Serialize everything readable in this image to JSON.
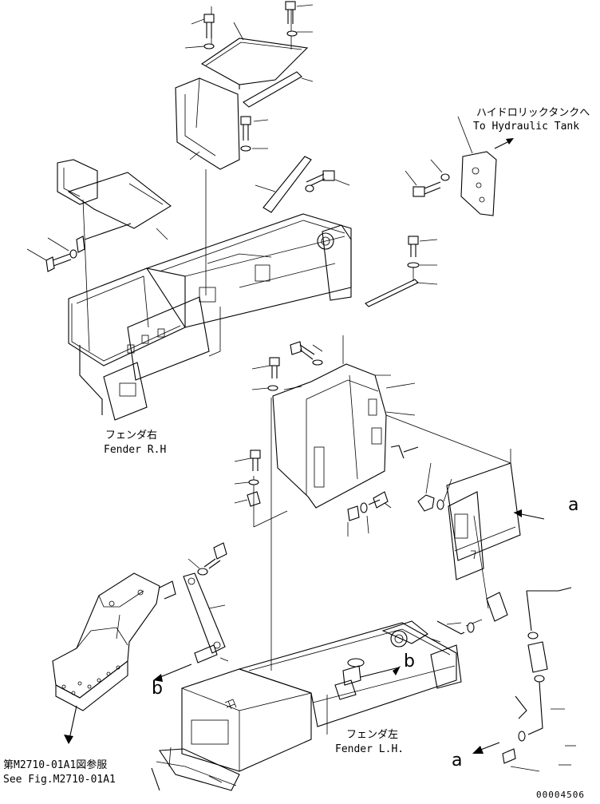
{
  "labels": {
    "hydraulic_tank_jp": "ハイドロリックタンクへ",
    "hydraulic_tank_en": "To Hydraulic Tank",
    "fender_rh_jp": "フェンダ右",
    "fender_rh_en": "Fender R.H",
    "fender_lh_jp": "フェンダ左",
    "fender_lh_en": "Fender L.H.",
    "see_fig_jp": "第M2710-01A1図参服",
    "see_fig_en": "See Fig.M2710-01A1",
    "ref_a_upper": "a",
    "ref_a_lower": "a",
    "ref_b_right": "b",
    "ref_b_left": "b"
  },
  "doc_number": "00004506"
}
